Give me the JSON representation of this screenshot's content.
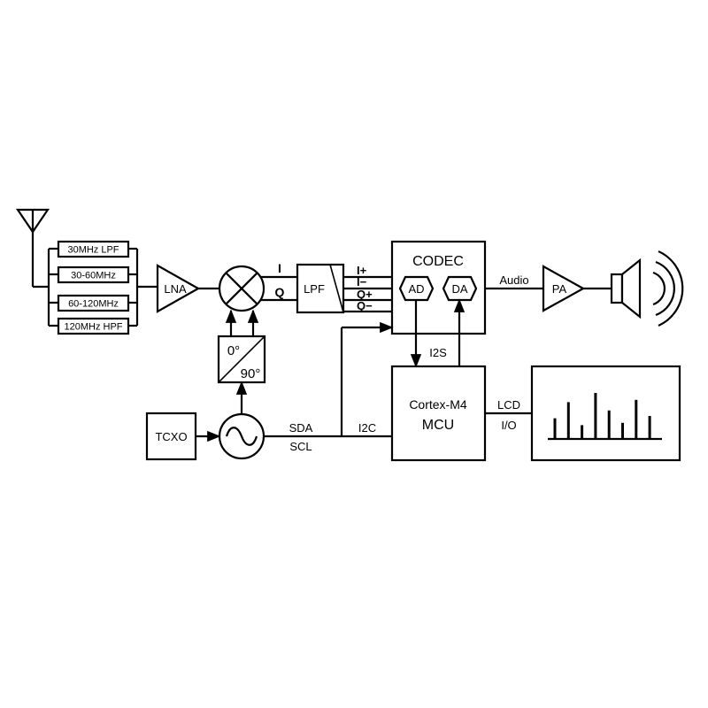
{
  "filters": [
    "30MHz LPF",
    "30-60MHz",
    "60-120MHz",
    "120MHz HPF"
  ],
  "lna": "LNA",
  "mixer_outputs": {
    "i": "I",
    "q": "Q"
  },
  "lpf": "LPF",
  "diff_signals": {
    "ip": "I+",
    "im": "I−",
    "qp": "Q+",
    "qm": "Q−"
  },
  "codec": {
    "title": "CODEC",
    "ad": "AD",
    "da": "DA"
  },
  "audio": "Audio",
  "pa": "PA",
  "phase_shifter": {
    "top": "0°",
    "bottom": "90°"
  },
  "tcxo": "TCXO",
  "bus": {
    "sda": "SDA",
    "scl": "SCL",
    "i2c": "I2C",
    "i2s": "I2S"
  },
  "mcu": {
    "line1": "Cortex-M4",
    "line2": "MCU"
  },
  "lcd_io": {
    "line1": "LCD",
    "line2": "I/O"
  },
  "display_bars": [
    0.45,
    0.8,
    0.3,
    1.0,
    0.62,
    0.35,
    0.85,
    0.5
  ],
  "icons": [
    "antenna-icon",
    "mixer-icon",
    "oscillator-icon",
    "speaker-icon",
    "sound-wave-icon"
  ]
}
